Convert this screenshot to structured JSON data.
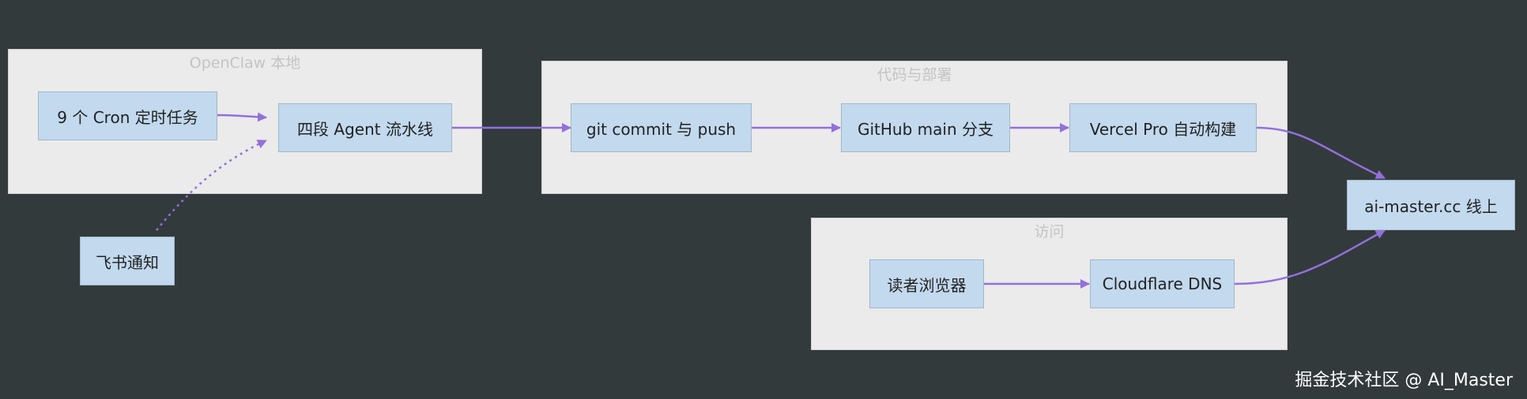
{
  "groups": {
    "openclaw": {
      "title": "OpenClaw 本地"
    },
    "code_deploy": {
      "title": "代码与部署"
    },
    "access": {
      "title": "访问"
    }
  },
  "nodes": {
    "cron": {
      "label": "9 个 Cron 定时任务"
    },
    "pipeline": {
      "label": "四段 Agent 流水线"
    },
    "feishu": {
      "label": "飞书通知"
    },
    "git": {
      "label": "git commit 与 push"
    },
    "github": {
      "label": "GitHub main 分支"
    },
    "vercel": {
      "label": "Vercel Pro 自动构建"
    },
    "live": {
      "label": "ai-master.cc 线上"
    },
    "browser": {
      "label": "读者浏览器"
    },
    "dns": {
      "label": "Cloudflare DNS"
    }
  },
  "edges": [
    {
      "from": "cron",
      "to": "pipeline",
      "style": "solid"
    },
    {
      "from": "feishu",
      "to": "pipeline",
      "style": "dotted"
    },
    {
      "from": "pipeline",
      "to": "git",
      "style": "solid"
    },
    {
      "from": "git",
      "to": "github",
      "style": "solid"
    },
    {
      "from": "github",
      "to": "vercel",
      "style": "solid"
    },
    {
      "from": "vercel",
      "to": "live",
      "style": "solid"
    },
    {
      "from": "browser",
      "to": "dns",
      "style": "solid"
    },
    {
      "from": "dns",
      "to": "live",
      "style": "solid"
    }
  ],
  "colors": {
    "background": "#333a3c",
    "group_fill": "#ebebeb",
    "node_fill": "#c2d9ee",
    "edge": "#9370db"
  },
  "watermark": "掘金技术社区 @ AI_Master"
}
